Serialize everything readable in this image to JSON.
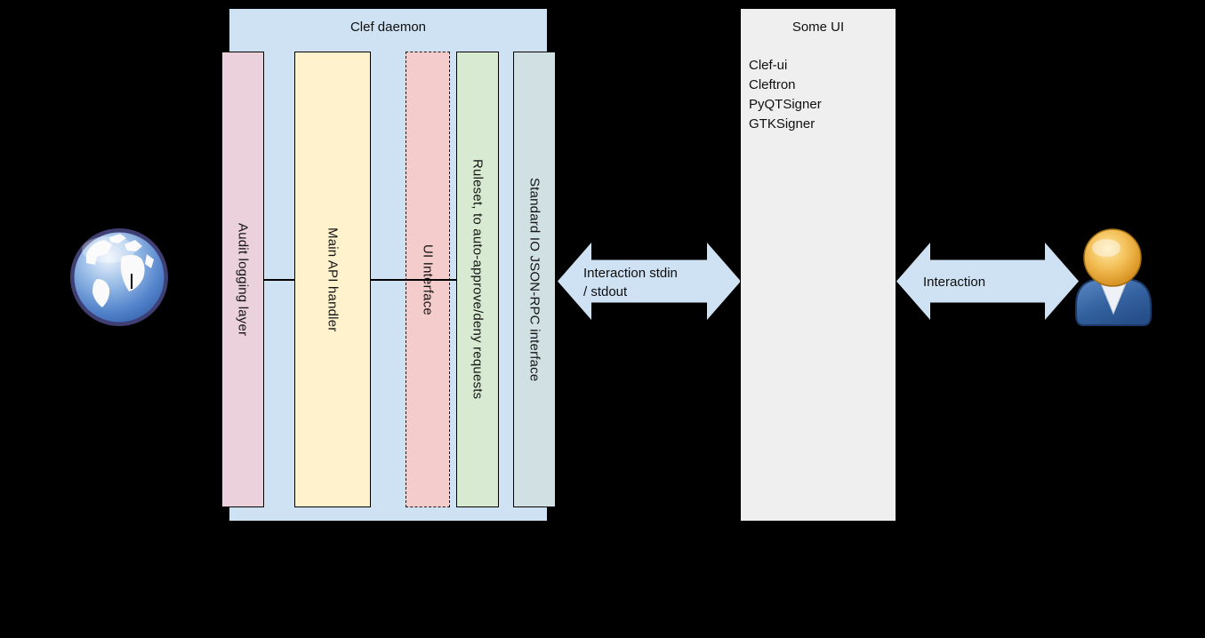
{
  "background": "#000000",
  "clef_daemon": {
    "title": "Clef daemon",
    "fill": "#cfe2f3",
    "layers": [
      {
        "label": "Audit logging layer",
        "fill": "#ead1dc",
        "border": "solid"
      },
      {
        "label": "Main API handler",
        "fill": "#fff2cc",
        "border": "solid"
      },
      {
        "label": "UI Interface",
        "fill": "#f4cccc",
        "border": "dashed"
      },
      {
        "label": "Ruleset, to auto-approve/deny requests",
        "fill": "#d9ead3",
        "border": "solid"
      },
      {
        "label": "Standard IO JSON-RPC interface",
        "fill": "#d0e0e3",
        "border": "solid"
      }
    ]
  },
  "some_ui": {
    "title": "Some UI",
    "fill": "#efefef",
    "items": [
      "Clef-ui",
      "Cleftron",
      "PyQTSigner",
      "GTKSigner"
    ]
  },
  "arrows": {
    "stdin_stdout": {
      "label": "Interaction stdin\n/ stdout",
      "fill": "#cfe2f3"
    },
    "interaction": {
      "label": "Interaction",
      "fill": "#cfe2f3"
    }
  },
  "icons": {
    "globe": "globe-icon",
    "user": "person-icon"
  }
}
